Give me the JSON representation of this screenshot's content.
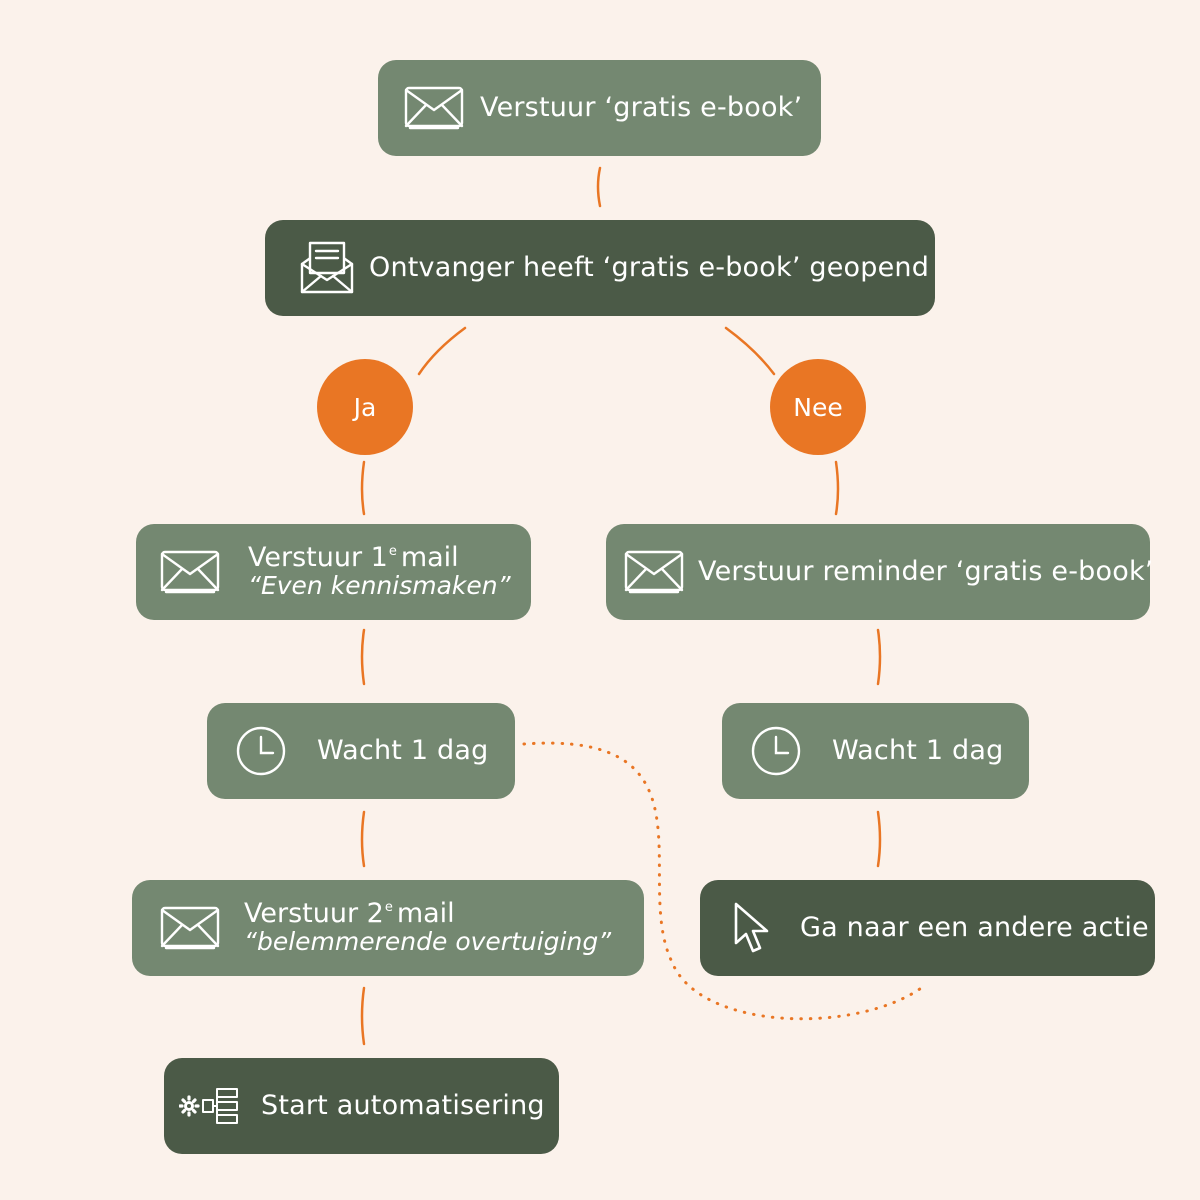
{
  "colors": {
    "background": "#fbf2eb",
    "node_light": "#748871",
    "node_dark": "#4b5a47",
    "accent": "#e97624"
  },
  "nodes": {
    "send_ebook": {
      "icon": "envelope-icon",
      "label": "Verstuur ‘gratis e-book’"
    },
    "opened": {
      "icon": "open-envelope-icon",
      "label": "Ontvanger heeft ‘gratis e-book’ geopend"
    },
    "send_mail_1": {
      "icon": "envelope-icon",
      "line1_pre": "Verstuur 1",
      "line1_sup": "e",
      "line1_post": "mail",
      "line2": "“Even kennismaken”"
    },
    "send_reminder": {
      "icon": "envelope-icon",
      "label": "Verstuur reminder ‘gratis e-book’"
    },
    "wait_left": {
      "icon": "clock-icon",
      "label": "Wacht 1 dag"
    },
    "wait_right": {
      "icon": "clock-icon",
      "label": "Wacht 1 dag"
    },
    "send_mail_2": {
      "icon": "envelope-icon",
      "line1_pre": "Verstuur 2",
      "line1_sup": "e",
      "line1_post": "mail",
      "line2": "“belemmerende overtuiging”"
    },
    "other_action": {
      "icon": "cursor-icon",
      "label": "Ga naar een andere actie"
    },
    "start_automation": {
      "icon": "automation-icon",
      "label": "Start automatisering"
    }
  },
  "decisions": {
    "yes": "Ja",
    "no": "Nee"
  }
}
